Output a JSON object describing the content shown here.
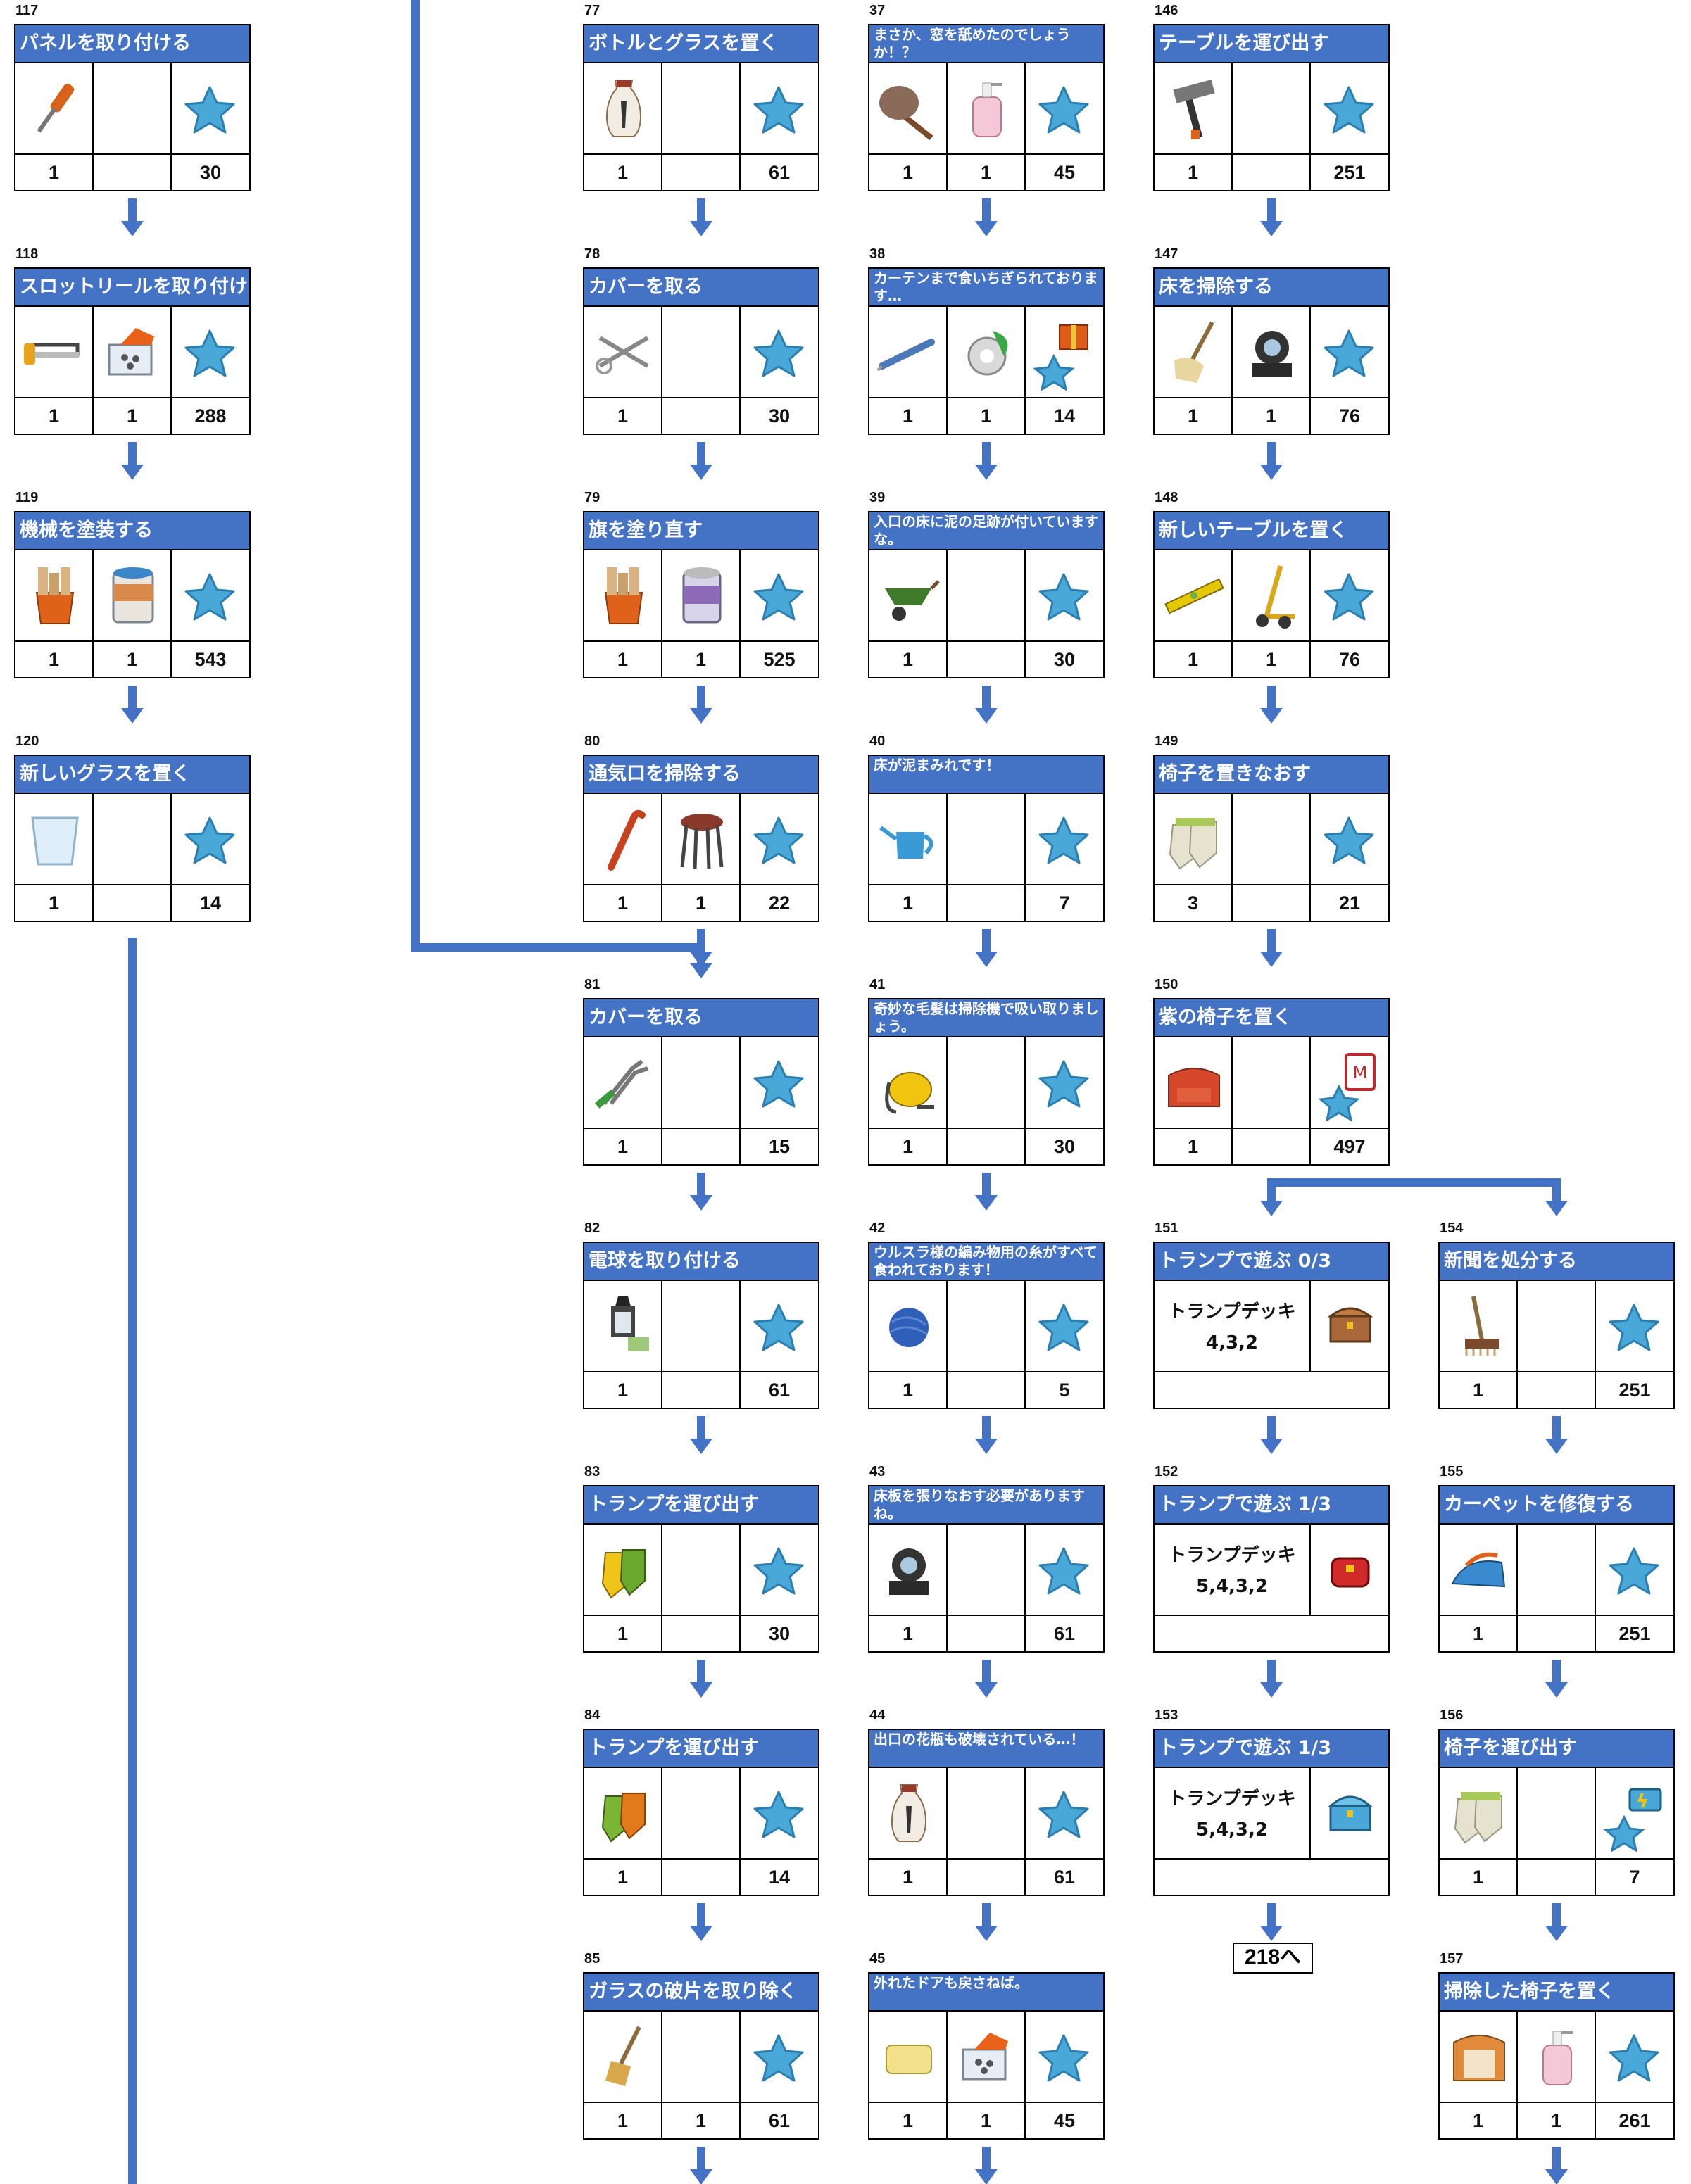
{
  "accent_color": "#4472c4",
  "star_color": "#4aa8d8",
  "tasks": {
    "t117": {
      "num": "117",
      "title": "パネルを取り付ける",
      "q": [
        "1",
        "",
        "30"
      ],
      "icons": [
        "screwdriver-icon",
        "",
        "star-icon"
      ]
    },
    "t118": {
      "num": "118",
      "title": "スロットリールを取り付ける",
      "q": [
        "1",
        "1",
        "288"
      ],
      "icons": [
        "hacksaw-icon",
        "bolts-box-icon",
        "star-icon"
      ]
    },
    "t119": {
      "num": "119",
      "title": "機械を塗装する",
      "q": [
        "1",
        "1",
        "543"
      ],
      "icons": [
        "tool-bucket-icon",
        "paint-can-icon",
        "star-icon"
      ]
    },
    "t120": {
      "num": "120",
      "title": "新しいグラスを置く",
      "q": [
        "1",
        "",
        "14"
      ],
      "icons": [
        "plastic-bucket-icon",
        "",
        "star-icon"
      ]
    },
    "t77": {
      "num": "77",
      "title": "ボトルとグラスを置く",
      "q": [
        "1",
        "",
        "61"
      ],
      "icons": [
        "vase-icon",
        "",
        "star-icon"
      ]
    },
    "t78": {
      "num": "78",
      "title": "カバーを取る",
      "q": [
        "1",
        "",
        "30"
      ],
      "icons": [
        "scissors-icon",
        "",
        "star-icon"
      ]
    },
    "t79": {
      "num": "79",
      "title": "旗を塗り直す",
      "q": [
        "1",
        "1",
        "525"
      ],
      "icons": [
        "tool-bucket-icon",
        "paint-can-purple-icon",
        "star-icon"
      ]
    },
    "t80": {
      "num": "80",
      "title": "通気口を掃除する",
      "q": [
        "1",
        "1",
        "22"
      ],
      "icons": [
        "crowbar-icon",
        "stool-icon",
        "star-icon"
      ]
    },
    "t81": {
      "num": "81",
      "title": "カバーを取る",
      "q": [
        "1",
        "",
        "15"
      ],
      "icons": [
        "shears-icon",
        "",
        "star-icon"
      ]
    },
    "t82": {
      "num": "82",
      "title": "電球を取り付ける",
      "q": [
        "1",
        "",
        "61"
      ],
      "icons": [
        "lantern-icon",
        "",
        "star-icon"
      ]
    },
    "t83": {
      "num": "83",
      "title": "トランプを運び出す",
      "q": [
        "1",
        "",
        "30"
      ],
      "icons": [
        "gloves-yellow-icon",
        "",
        "star-icon"
      ]
    },
    "t84": {
      "num": "84",
      "title": "トランプを運び出す",
      "q": [
        "1",
        "",
        "14"
      ],
      "icons": [
        "gloves-green-icon",
        "",
        "star-icon"
      ]
    },
    "t85": {
      "num": "85",
      "title": "ガラスの破片を取り除く",
      "q": [
        "1",
        "1",
        "61"
      ],
      "icons": [
        "broom-icon",
        "",
        "star-icon"
      ]
    },
    "t37": {
      "num": "37",
      "title": "まさか、窓を舐めたのでしょうか！？",
      "q": [
        "1",
        "1",
        "45"
      ],
      "icons": [
        "feather-duster-icon",
        "soap-bottle-icon",
        "star-icon"
      ]
    },
    "t38": {
      "num": "38",
      "title": "カーテンまで食いちぎられております…",
      "q": [
        "1",
        "1",
        "14"
      ],
      "icons": [
        "seam-ripper-icon",
        "tape-icon",
        "gift-star-icon"
      ]
    },
    "t39": {
      "num": "39",
      "title": "入口の床に泥の足跡が付いていますな。",
      "q": [
        "1",
        "",
        "30"
      ],
      "icons": [
        "wheelbarrow-icon",
        "",
        "star-icon"
      ]
    },
    "t40": {
      "num": "40",
      "title": "床が泥まみれです！",
      "q": [
        "1",
        "",
        "7"
      ],
      "icons": [
        "watering-can-icon",
        "",
        "star-icon"
      ]
    },
    "t41": {
      "num": "41",
      "title": "奇妙な毛髪は掃除機で吸い取りましょう。",
      "q": [
        "1",
        "",
        "30"
      ],
      "icons": [
        "vacuum-icon",
        "",
        "star-icon"
      ]
    },
    "t42": {
      "num": "42",
      "title": "ウルスラ様の編み物用の糸がすべて食われております！",
      "q": [
        "1",
        "",
        "5"
      ],
      "icons": [
        "yarn-icon",
        "",
        "star-icon"
      ]
    },
    "t43": {
      "num": "43",
      "title": "床板を張りなおす必要がありますね。",
      "q": [
        "1",
        "",
        "61"
      ],
      "icons": [
        "tape-dispenser-icon",
        "",
        "star-icon"
      ]
    },
    "t44": {
      "num": "44",
      "title": "出口の花瓶も破壊されている…！",
      "q": [
        "1",
        "",
        "61"
      ],
      "icons": [
        "vase-icon",
        "",
        "star-icon"
      ]
    },
    "t45": {
      "num": "45",
      "title": "外れたドアも戻さねば。",
      "q": [
        "1",
        "1",
        "45"
      ],
      "icons": [
        "sponge-icon",
        "bolts-box-icon",
        "star-icon"
      ]
    },
    "t146": {
      "num": "146",
      "title": "テーブルを運び出す",
      "q": [
        "1",
        "",
        "251"
      ],
      "icons": [
        "hammer-icon",
        "",
        "star-icon"
      ]
    },
    "t147": {
      "num": "147",
      "title": "床を掃除する",
      "q": [
        "1",
        "1",
        "76"
      ],
      "icons": [
        "mop-icon",
        "tape-dispenser-icon",
        "star-icon"
      ]
    },
    "t148": {
      "num": "148",
      "title": "新しいテーブルを置く",
      "q": [
        "1",
        "1",
        "76"
      ],
      "icons": [
        "level-icon",
        "hand-truck-icon",
        "star-icon"
      ]
    },
    "t149": {
      "num": "149",
      "title": "椅子を置きなおす",
      "q": [
        "3",
        "",
        "21"
      ],
      "icons": [
        "gloves-white-icon",
        "",
        "star-icon"
      ]
    },
    "t150": {
      "num": "150",
      "title": "紫の椅子を置く",
      "q": [
        "1",
        "",
        "497"
      ],
      "icons": [
        "armchair-red-icon",
        "",
        "card-star-icon"
      ]
    },
    "t151": {
      "num": "151",
      "title": "トランプで遊ぶ 0/3",
      "deck": "トランプデッキ",
      "deck_val": "4,3,2",
      "icons": [
        "chest-icon"
      ]
    },
    "t152": {
      "num": "152",
      "title": "トランプで遊ぶ 1/3",
      "deck": "トランプデッキ",
      "deck_val": "5,4,3,2",
      "icons": [
        "red-box-icon"
      ]
    },
    "t153": {
      "num": "153",
      "title": "トランプで遊ぶ 1/3",
      "deck": "トランプデッキ",
      "deck_val": "5,4,3,2",
      "icons": [
        "blue-chest-icon"
      ]
    },
    "t154": {
      "num": "154",
      "title": "新聞を処分する",
      "q": [
        "1",
        "",
        "251"
      ],
      "icons": [
        "push-broom-icon",
        "",
        "star-icon"
      ]
    },
    "t155": {
      "num": "155",
      "title": "カーペットを修復する",
      "q": [
        "1",
        "",
        "251"
      ],
      "icons": [
        "iron-icon",
        "",
        "star-icon"
      ]
    },
    "t156": {
      "num": "156",
      "title": "椅子を運び出す",
      "q": [
        "1",
        "",
        "7"
      ],
      "icons": [
        "gloves-white-icon",
        "",
        "toolbox-star-icon"
      ]
    },
    "t157": {
      "num": "157",
      "title": "掃除した椅子を置く",
      "q": [
        "1",
        "1",
        "261"
      ],
      "icons": [
        "armchair-orange-icon",
        "soap-bottle-icon",
        "star-icon"
      ]
    }
  },
  "ref_label": "218へ"
}
